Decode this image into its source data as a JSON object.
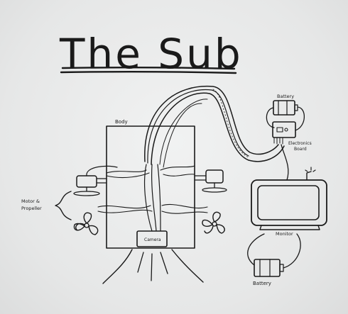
{
  "diagram": {
    "title": "The Sub",
    "labels": {
      "body": "Body",
      "battery_top": "Battery",
      "electronics_line1": "Electronics",
      "electronics_line2": "Board",
      "motor_line1": "Motor &",
      "motor_line2": "Propeller",
      "camera": "Camera",
      "monitor": "Monitor",
      "battery_bottom": "Battery"
    }
  },
  "colors": {
    "ink": "#1a1a1a",
    "board": "#eceded"
  }
}
